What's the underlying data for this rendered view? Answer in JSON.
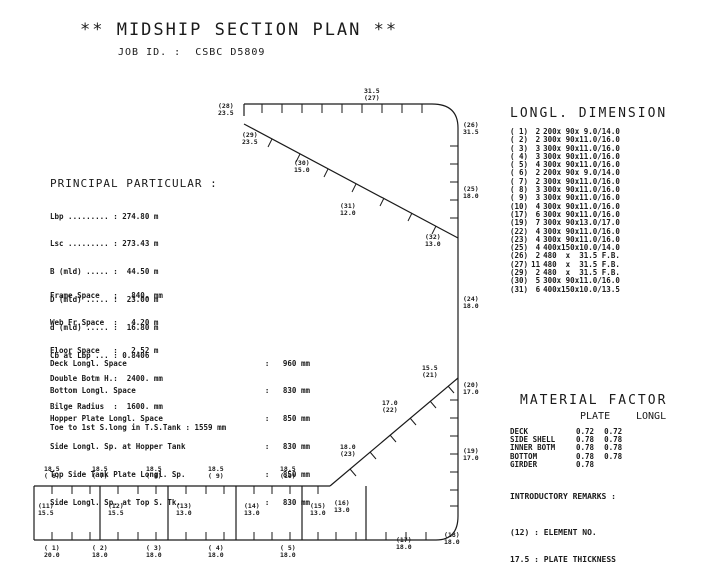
{
  "header": {
    "title": "** MIDSHIP SECTION PLAN **",
    "job_id": "JOB ID. :  CSBC D5809"
  },
  "principal": {
    "heading": "PRINCIPAL PARTICULAR :",
    "lines": [
      "Lbp ......... : 274.80 m",
      "Lsc ......... : 273.43 m",
      "B (mld) ..... :  44.50 m",
      "D (mld) ..... :  23.00 m",
      "d (mld) ..... :  16.80 m",
      "Cb at Lbp ... : 0.8406"
    ],
    "lines2": [
      "Frame Space   :   840. mm",
      "Web Fr.Space  :   4.20 m",
      "Floor Space   :   2.52 m",
      "Double Botm H.:  2400. mm",
      "Bilge Radius  :  1600. mm"
    ]
  },
  "spacing": {
    "rows": [
      {
        "label": "Deck Longl. Space",
        "value": ":   960 mm"
      },
      {
        "label": "Bottom Longl. Space",
        "value": ":   830 mm"
      },
      {
        "label": "Hopper Plate Longl. Space",
        "value": ":   850 mm"
      },
      {
        "label": "Side Longl. Sp. at Hopper Tank",
        "value": ":   830 mm"
      },
      {
        "label": "Top Side Tank Plate Longl. Sp.",
        "value": ":   850 mm"
      },
      {
        "label": "Side Longl. Sp. at Top S. Tk.",
        "value": ":   830 mm"
      }
    ],
    "toe": "Toe to 1st S.long in T.S.Tank : 1559 mm"
  },
  "longl": {
    "heading": "LONGL. DIMENSION",
    "rows": [
      [
        "( 1)",
        "2",
        "200x 90x 9.0/14.0"
      ],
      [
        "( 2)",
        "2",
        "300x 90x11.0/16.0"
      ],
      [
        "( 3)",
        "3",
        "300x 90x11.0/16.0"
      ],
      [
        "( 4)",
        "3",
        "300x 90x11.0/16.0"
      ],
      [
        "( 5)",
        "4",
        "300x 90x11.0/16.0"
      ],
      [
        "( 6)",
        "2",
        "200x 90x 9.0/14.0"
      ],
      [
        "( 7)",
        "2",
        "300x 90x11.0/16.0"
      ],
      [
        "( 8)",
        "3",
        "300x 90x11.0/16.0"
      ],
      [
        "( 9)",
        "3",
        "300x 90x11.0/16.0"
      ],
      [
        "(10)",
        "4",
        "300x 90x11.0/16.0"
      ],
      [
        "(17)",
        "6",
        "300x 90x11.0/16.0"
      ],
      [
        "(19)",
        "7",
        "300x 90x13.0/17.0"
      ],
      [
        "(22)",
        "4",
        "300x 90x11.0/16.0"
      ],
      [
        "(23)",
        "4",
        "300x 90x11.0/16.0"
      ],
      [
        "(25)",
        "4",
        "400x150x10.0/14.0"
      ],
      [
        "(26)",
        "2",
        "480  x  31.5 F.B."
      ],
      [
        "(27)",
        "11",
        "480  x  31.5 F.B."
      ],
      [
        "(29)",
        "2",
        "480  x  31.5 F.B."
      ],
      [
        "(30)",
        "5",
        "300x 90x11.0/16.0"
      ],
      [
        "(31)",
        "6",
        "400x150x10.0/13.5"
      ]
    ]
  },
  "material": {
    "heading": "MATERIAL FACTOR",
    "col_plate": "PLATE",
    "col_longl": "LONGL",
    "rows": [
      [
        "DECK",
        "0.72",
        "0.72"
      ],
      [
        "SIDE SHELL",
        "0.78",
        "0.78"
      ],
      [
        "INNER BOTM",
        "0.78",
        "0.78"
      ],
      [
        "BOTTOM",
        "0.78",
        "0.78"
      ],
      [
        "GIRDER",
        "0.78",
        ""
      ]
    ]
  },
  "remarks": {
    "heading": "INTRODUCTORY REMARKS :",
    "lines": [
      "(12) : ELEMENT NO.",
      "17.5 : PLATE THICKNESS"
    ]
  },
  "section_labels": [
    {
      "no": "(28)",
      "t": "23.5"
    },
    {
      "no": "31.5",
      "t": "(27)"
    },
    {
      "no": "(26)",
      "t": "31.5"
    },
    {
      "no": "(29)",
      "t": "23.5"
    },
    {
      "no": "(30)",
      "t": "15.0"
    },
    {
      "no": "(31)",
      "t": "12.0"
    },
    {
      "no": "(32)",
      "t": "13.0"
    },
    {
      "no": "(25)",
      "t": "18.0"
    },
    {
      "no": "(24)",
      "t": "18.0"
    },
    {
      "no": "15.5",
      "t": "(21)"
    },
    {
      "no": "17.0",
      "t": "(22)"
    },
    {
      "no": "(20)",
      "t": "17.0"
    },
    {
      "no": "18.0",
      "t": "(23)"
    },
    {
      "no": "(19)",
      "t": "17.0"
    },
    {
      "no": "(18)",
      "t": "18.0"
    },
    {
      "no": "(17)",
      "t": "18.0"
    },
    {
      "no": "(16)",
      "t": "13.0"
    },
    {
      "no": "18.5",
      "t": "( 6)"
    },
    {
      "no": "18.5",
      "t": "( 7)"
    },
    {
      "no": "18.5",
      "t": "( 8)"
    },
    {
      "no": "18.5",
      "t": "( 9)"
    },
    {
      "no": "18.5",
      "t": "(10)"
    },
    {
      "no": "(11)",
      "t": "15.5"
    },
    {
      "no": "(12)",
      "t": "15.5"
    },
    {
      "no": "(13)",
      "t": "13.0"
    },
    {
      "no": "(14)",
      "t": "13.0"
    },
    {
      "no": "(15)",
      "t": "13.0"
    },
    {
      "no": "( 1)",
      "t": "20.0"
    },
    {
      "no": "( 2)",
      "t": "18.0"
    },
    {
      "no": "( 3)",
      "t": "18.0"
    },
    {
      "no": "( 4)",
      "t": "18.0"
    },
    {
      "no": "( 5)",
      "t": "18.0"
    }
  ]
}
